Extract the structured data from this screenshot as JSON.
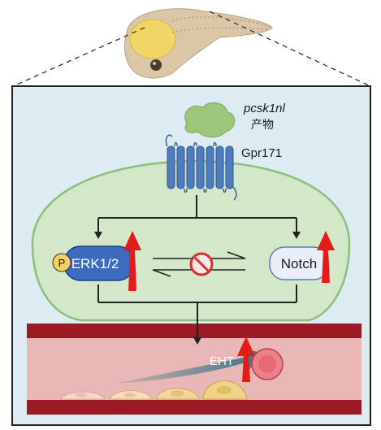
{
  "labels": {
    "gene": "pcsk1nl",
    "gene_product": "产物",
    "receptor": "Gpr171",
    "phospho": "P",
    "erk": "ERK1/2",
    "notch": "Notch",
    "eht": "EHT"
  },
  "colors": {
    "panel_bg": "#dcecf2",
    "cell_fill": "#d3e8c8",
    "cell_stroke": "#8cc07a",
    "receptor": "#4f7dbb",
    "erk_fill": "#3c6bc0",
    "notch_fill": "#e9eef8",
    "up_arrow": "#e31b1b",
    "vessel_wall": "#9b1a24",
    "vessel_lumen": "#e9b8b6",
    "eht_arrow": "#4a7f8c",
    "inhibit": "#d43232"
  },
  "icons": [
    "zebrafish-embryo-icon",
    "ligand-blob-icon",
    "gpcr-receptor-icon",
    "up-arrow-icon",
    "no-sign-icon",
    "blood-cell-icon"
  ]
}
